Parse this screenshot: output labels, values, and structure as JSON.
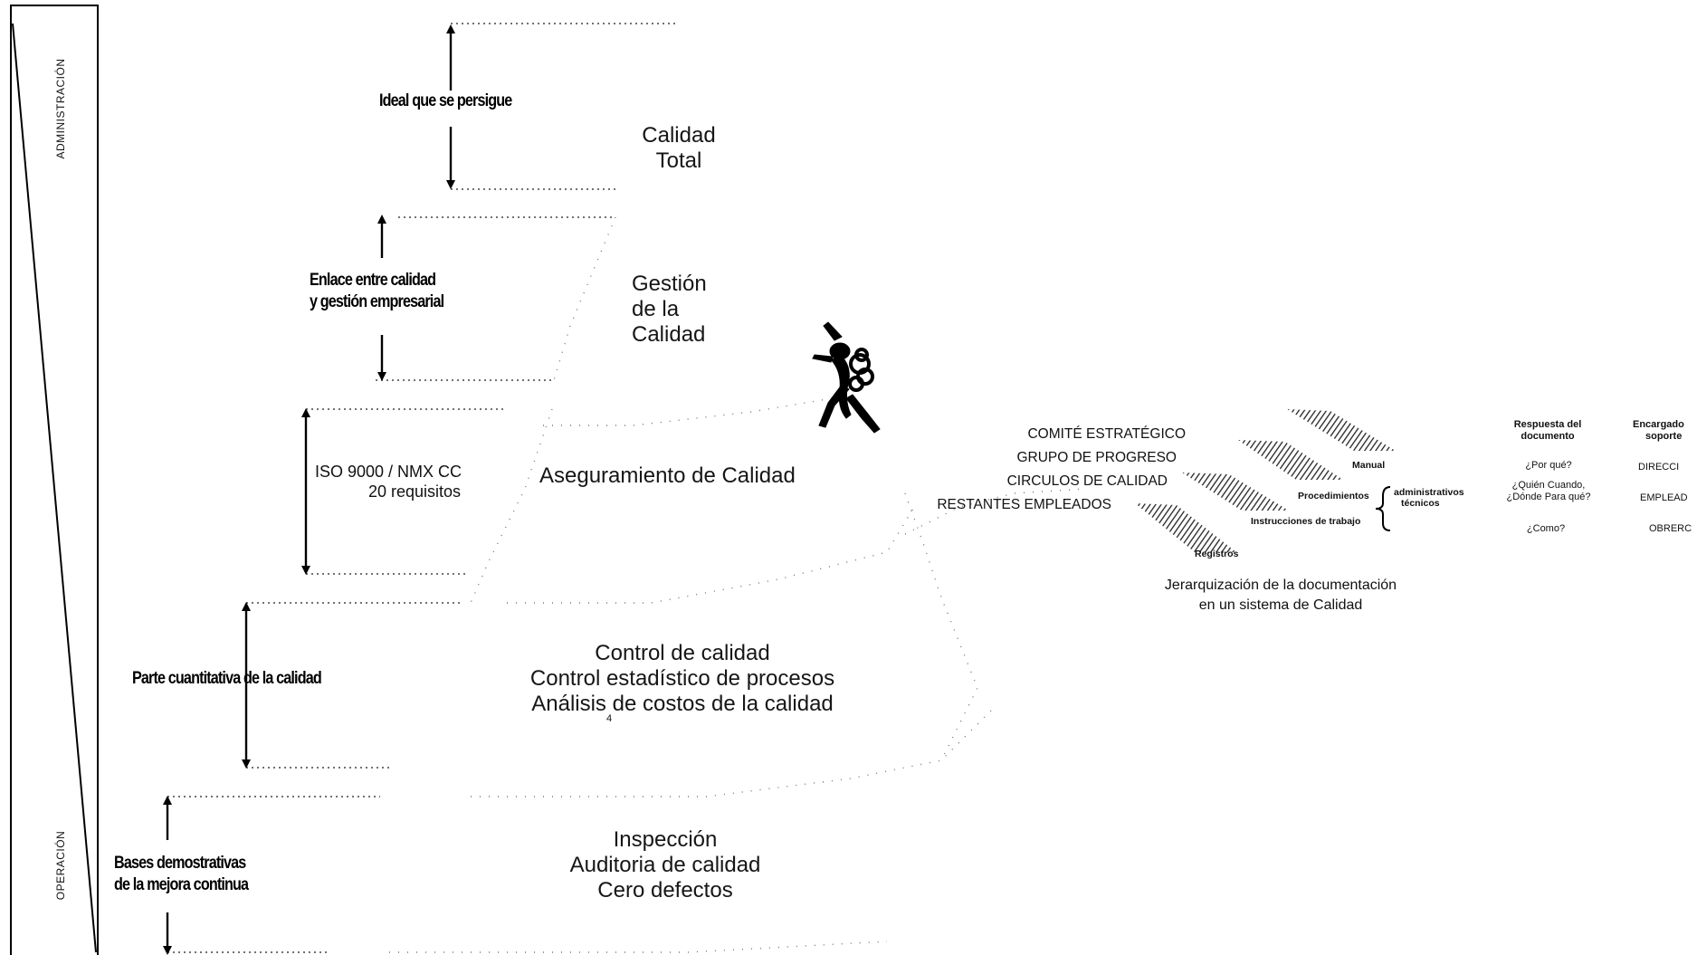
{
  "side_scale": {
    "top_label": "ADMINISTRACIÓN",
    "bottom_label": "OPERACIÓN"
  },
  "levels": [
    {
      "lines": [
        "Calidad",
        "Total"
      ],
      "side_label": [
        "Ideal que se persigue"
      ]
    },
    {
      "lines": [
        "Gestión",
        "de la",
        "Calidad"
      ],
      "side_label": [
        "Enlace entre calidad",
        "y gestión empresarial"
      ]
    },
    {
      "lines": [
        "Aseguramiento de Calidad"
      ],
      "side_label": [
        "ISO 9000 / NMX CC",
        "20 requisitos"
      ]
    },
    {
      "lines": [
        "Control de calidad",
        "Control estadístico de procesos",
        "Análisis de costos de la calidad"
      ],
      "side_label": [
        "Parte cuantitativa de la calidad"
      ]
    },
    {
      "lines": [
        "Inspección",
        "Auditoria de calidad",
        "Cero defectos"
      ],
      "side_label": [
        "Bases demostrativas",
        "de la mejora continua"
      ]
    }
  ],
  "stray_mark": "4",
  "groups": [
    "COMITÉ ESTRATÉGICO",
    "GRUPO DE PROGRESO",
    "CIRCULOS DE CALIDAD",
    "RESTANTES EMPLEADOS"
  ],
  "documentation": {
    "layers": [
      "Manual",
      "Procedimientos",
      "Instrucciones de trabajo",
      "Registros"
    ],
    "brace_labels": [
      "administrativos",
      "técnicos"
    ],
    "caption": [
      "Jerarquización de la documentación",
      "en un sistema de Calidad"
    ]
  },
  "table": {
    "headers": [
      [
        "Respuesta del",
        "documento"
      ],
      [
        "Encargado",
        "soporte"
      ]
    ],
    "rows": [
      {
        "question": [
          "¿Por qué?"
        ],
        "owner": "DIRECCI"
      },
      {
        "question": [
          "¿Quién  Cuando,",
          "¿Dónde  Para qué?"
        ],
        "owner": "EMPLEAD"
      },
      {
        "question": [
          "¿Como?"
        ],
        "owner": "OBRERC"
      }
    ]
  },
  "colors": {
    "ink": "#111111",
    "dots": "#444444",
    "hatch": "#222222"
  },
  "icons": [
    "figure-icon"
  ]
}
